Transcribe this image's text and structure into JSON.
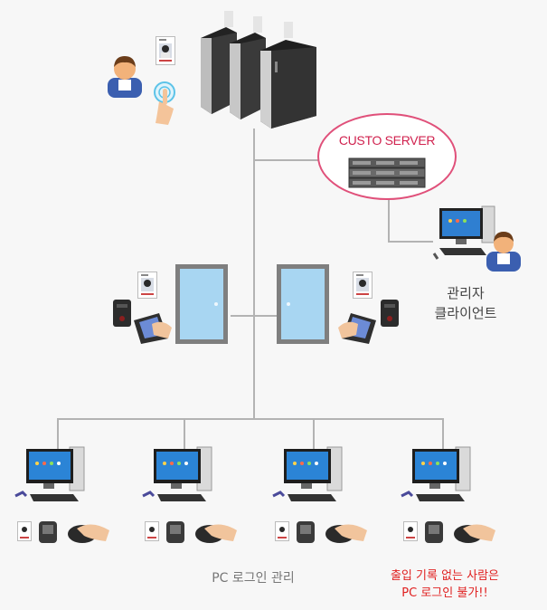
{
  "server": {
    "label": "CUSTO SERVER"
  },
  "admin": {
    "line1": "관리자",
    "line2": "클라이언트"
  },
  "captions": {
    "pc_login": "PC 로그인 관리",
    "warning_line1": "출입 기록 없는 사람은",
    "warning_line2": "PC 로그인 불가!!"
  },
  "colors": {
    "line": "#b3b3b3",
    "ellipse": "#e0507a",
    "server_text": "#d0214e",
    "door_frame": "#7f7f7f",
    "door_fill": "#a8d6f2",
    "warning": "#e02020"
  },
  "icons": {
    "user": "user-icon",
    "id_card": "id-card-icon",
    "fingerprint": "fingerprint-icon",
    "speed_gate": "speed-gate-icon",
    "server_rack": "server-rack-icon",
    "pc": "desktop-pc-icon",
    "card_reader": "card-reader-icon",
    "fingerprint_scanner": "fingerprint-scanner-icon",
    "mouse": "mouse-icon"
  }
}
